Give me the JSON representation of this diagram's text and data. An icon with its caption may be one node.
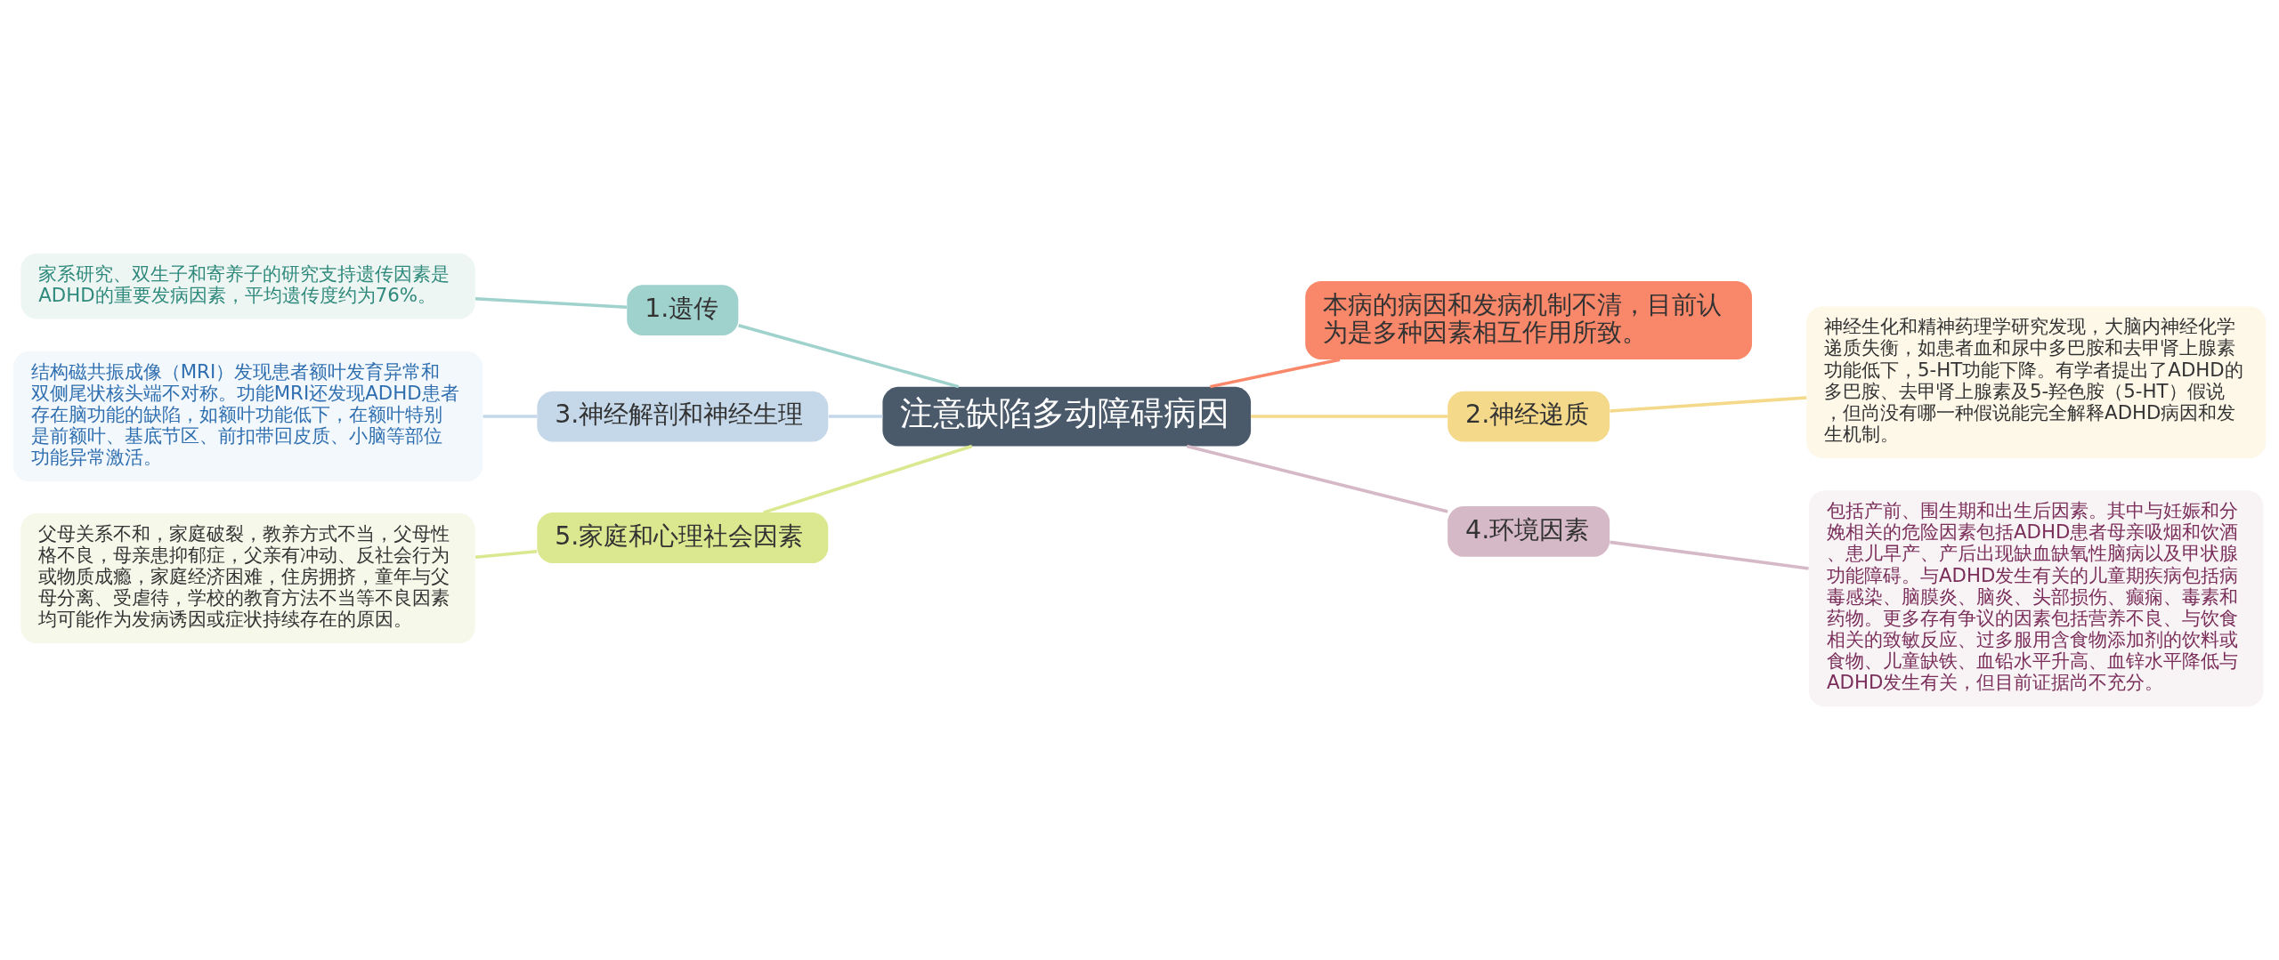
{
  "diagram": {
    "nodes": [
      {
        "text": [
          "注意缺陷多动障碍病因"
        ]
      },
      {
        "text": [
          "1.遗传"
        ]
      },
      {
        "text": [
          "家系研究、双生子和寄养子的研究支持遗传因素是ADHD的重要发病因素，平均遗传度约为76%。"
        ]
      },
      {
        "text": [
          "3.神经解剖和神经生理"
        ]
      },
      {
        "text": [
          "结构磁共振成像（MRI）发现患者额叶发育异常和双侧尾状核头端不对称。功能MRI还发现ADHD患者存在脑功能的缺陷，如额叶功能低下，在额叶特别是前额叶、基底节区、前扣带回皮质、小脑等部位功能异常激活。"
        ]
      },
      {
        "text": [
          "5.家庭和心理社会因素"
        ]
      },
      {
        "text": [
          "父母关系不和，家庭破裂，教养方式不当，父母性格不良，母亲患抑郁症，父亲有冲动、反社会行为或物质成瘾，家庭经济困难，住房拥挤，童年与父母分离、受虐待，学校的教育方法不当等不良因素均可能作为发病诱因或症状持续存在的原因。"
        ]
      },
      {
        "text": [
          "本病的病因和发病机制不清，目前认为是多种因素相互作用所致。"
        ]
      },
      {
        "text": [
          "2.神经递质"
        ]
      },
      {
        "text": [
          "神经生化和精神药理学研究发现，大脑内神经化学递质失衡，如患者血和尿中多巴胺和去甲肾上腺素功能低下，5-HT功能下降。有学者提出了ADHD的多巴胺、去甲肾上腺素及5-羟色胺（5-HT）假说，但尚没有哪一种假说能完全解释ADHD病因和发生机制。"
        ]
      },
      {
        "text": [
          "4.环境因素"
        ]
      },
      {
        "text": [
          "包括产前、围生期和出生后因素。其中与妊娠和分娩相关的危险因素包括ADHD患者母亲吸烟和饮酒、患儿早产、产后出现缺血缺氧性脑病以及甲状腺功能障碍。与ADHD发生有关的儿童期疾病包括病毒感染、脑膜炎、脑炎、头部损伤、癫痫、毒素和药物。更多存有争议的因素包括营养不良、与饮食相关的致敏反应、过多服用含食物添加剂的饮料或食物、儿童缺铁、血铅水平升高、血锌水平降低与ADHD发生有关，但目前证据尚不充分。"
        ]
      }
    ],
    "edges": [
      {
        "from": 0,
        "to": 1,
        "arrow": "none",
        "color": "#a0d2cd"
      },
      {
        "from": 1,
        "to": 2,
        "arrow": "none",
        "color": "#a0d2cd"
      },
      {
        "from": 0,
        "to": 3,
        "arrow": "none",
        "color": "#c5d8ea"
      },
      {
        "from": 3,
        "to": 4,
        "arrow": "none",
        "color": "#c5d8ea"
      },
      {
        "from": 0,
        "to": 5,
        "arrow": "none",
        "color": "#dbe88f"
      },
      {
        "from": 5,
        "to": 6,
        "arrow": "none",
        "color": "#dbe88f"
      },
      {
        "from": 0,
        "to": 7,
        "arrow": "none",
        "color": "#f9876a"
      },
      {
        "from": 0,
        "to": 8,
        "arrow": "none",
        "color": "#f5d98b"
      },
      {
        "from": 8,
        "to": 9,
        "arrow": "none",
        "color": "#f5d98b"
      },
      {
        "from": 0,
        "to": 10,
        "arrow": "none",
        "color": "#d6b9c6"
      },
      {
        "from": 10,
        "to": 11,
        "arrow": "none",
        "color": "#d6b9c6"
      }
    ]
  }
}
